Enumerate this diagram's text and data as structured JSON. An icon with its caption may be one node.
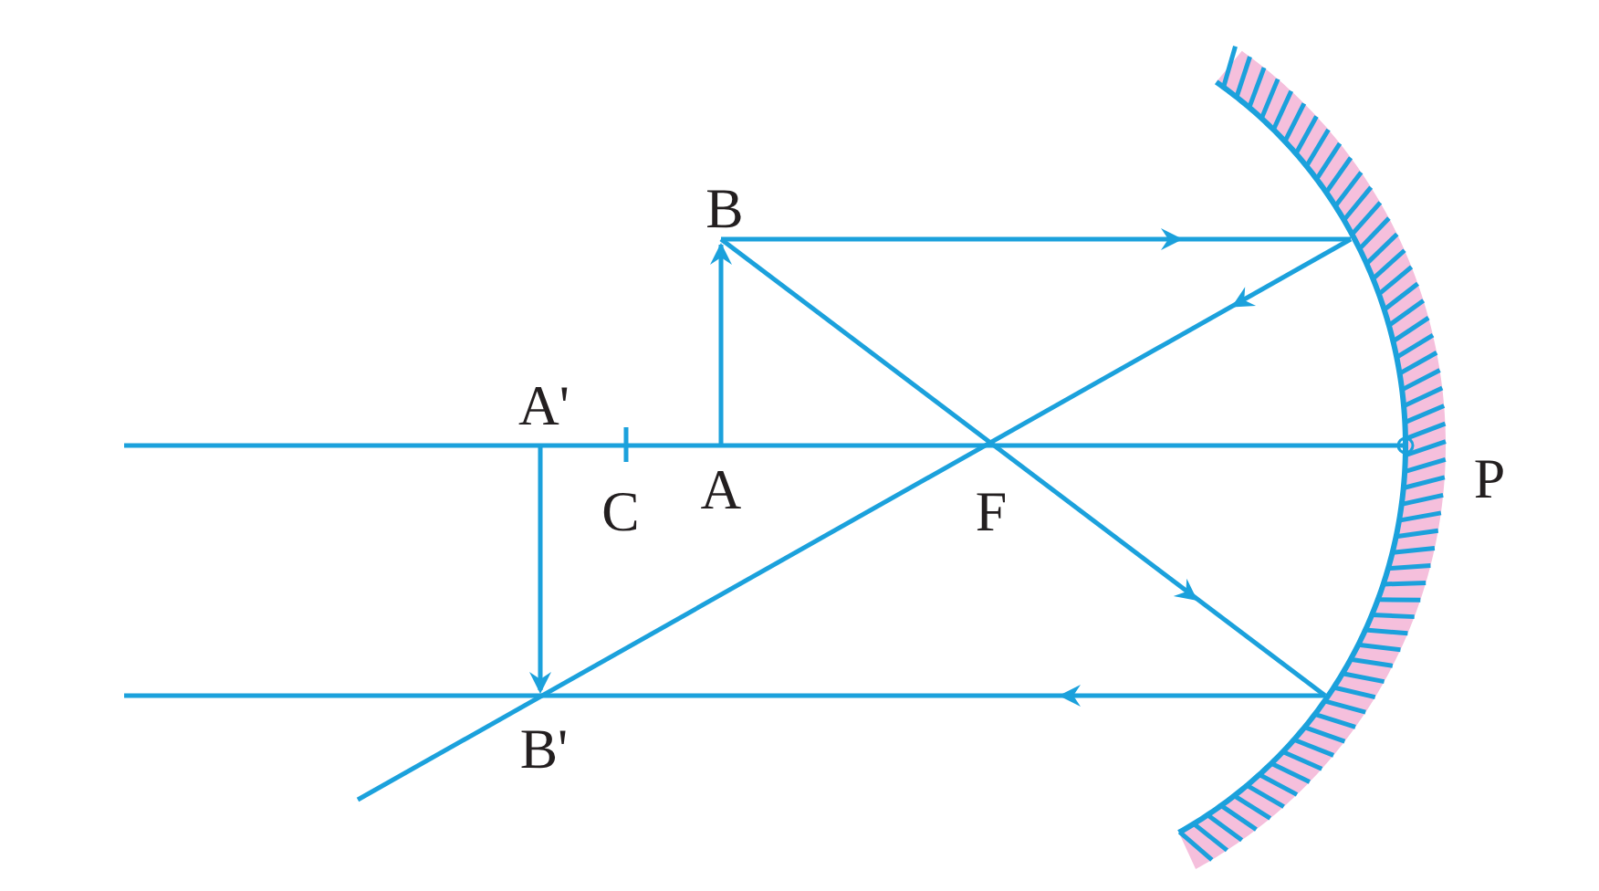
{
  "diagram": {
    "labels": [
      "B",
      "A'",
      "C",
      "A",
      "F",
      "P",
      "B'"
    ]
  }
}
